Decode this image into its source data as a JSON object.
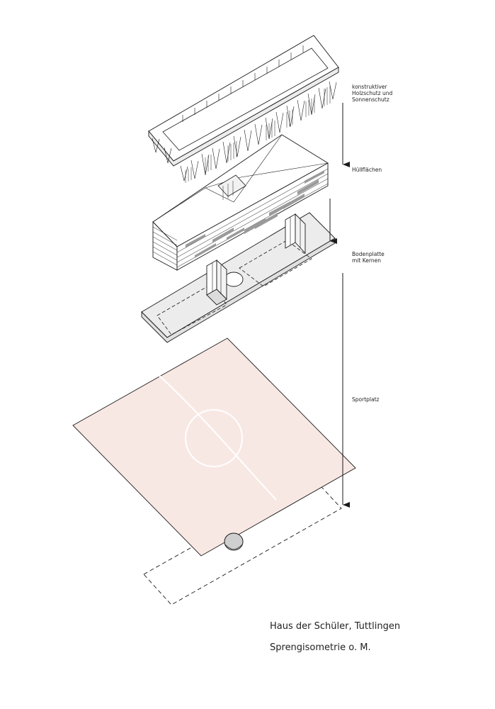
{
  "labels": {
    "holzschutz": [
      "konstruktiver",
      "Holzschutz und",
      "Sonnenschutz"
    ],
    "huellflaechen": "Hüllflächen",
    "bodenplatte": [
      "Bodenplatte",
      "mit Kernen"
    ],
    "sportplatz": "Sportplatz"
  },
  "title": {
    "line1": "Haus der Schüler, Tuttlingen",
    "line2": "Sprengisometrie o. M."
  },
  "colors": {
    "line": "#1a1a1a",
    "field": "#f8e8e4",
    "plate": "#ececec",
    "ball": "#cfcfcf"
  }
}
